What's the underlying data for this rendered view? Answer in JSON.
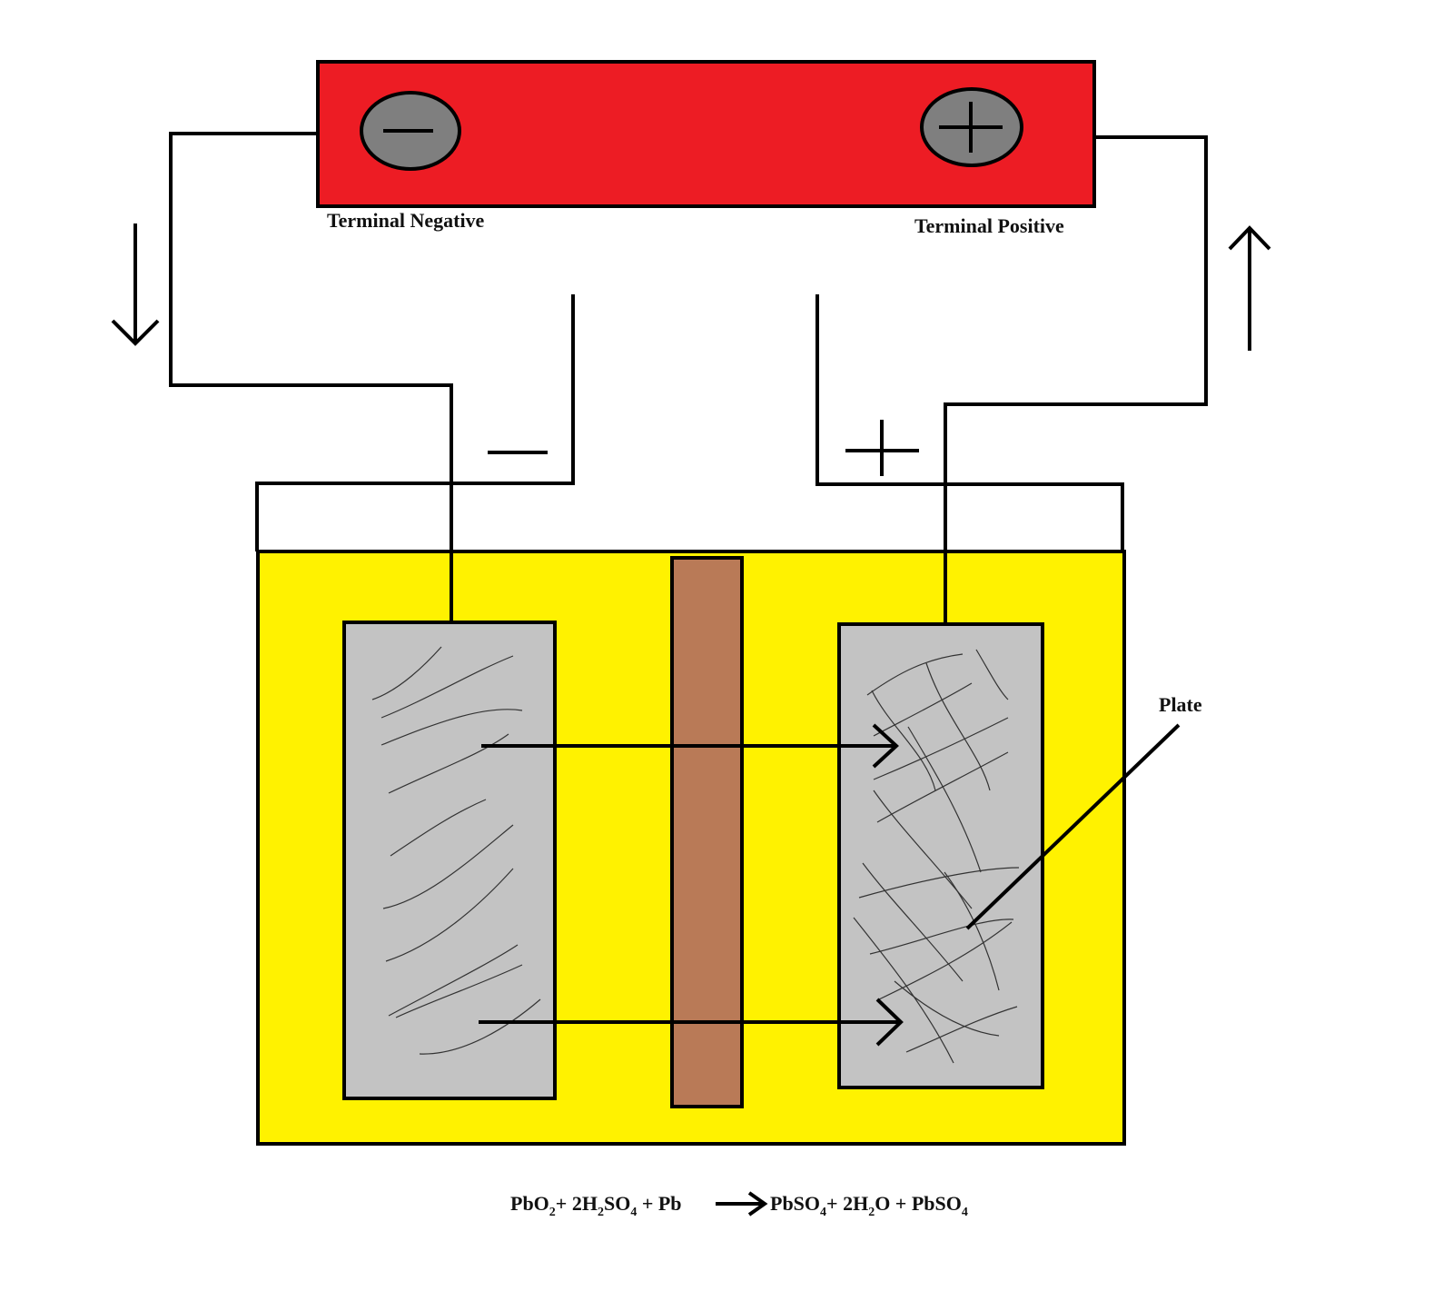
{
  "battery": {
    "negative_terminal_label": "Terminal Negative",
    "positive_terminal_label": "Terminal Positive",
    "body_color": "#ED1C24",
    "terminal_color": "#7F7F7F"
  },
  "cell": {
    "electrolyte_color": "#FFF200",
    "plate_color": "#C3C3C3",
    "separator_color": "#B97A57",
    "plate_label": "Plate",
    "negative_sign": "−",
    "positive_sign": "+"
  },
  "equation": {
    "reactant_1": "PbO",
    "reactant_1_sub": "2",
    "plus_1": "+ 2H",
    "reactant_2_sub_a": "2",
    "reactant_2_mid": "SO",
    "reactant_2_sub_b": "4",
    "plus_2": "+ Pb",
    "product_1": "PbSO",
    "product_1_sub": "4",
    "plus_3": "+  2H",
    "product_2_sub": "2",
    "product_2_end": "O + PbSO",
    "product_3_sub": "4"
  }
}
